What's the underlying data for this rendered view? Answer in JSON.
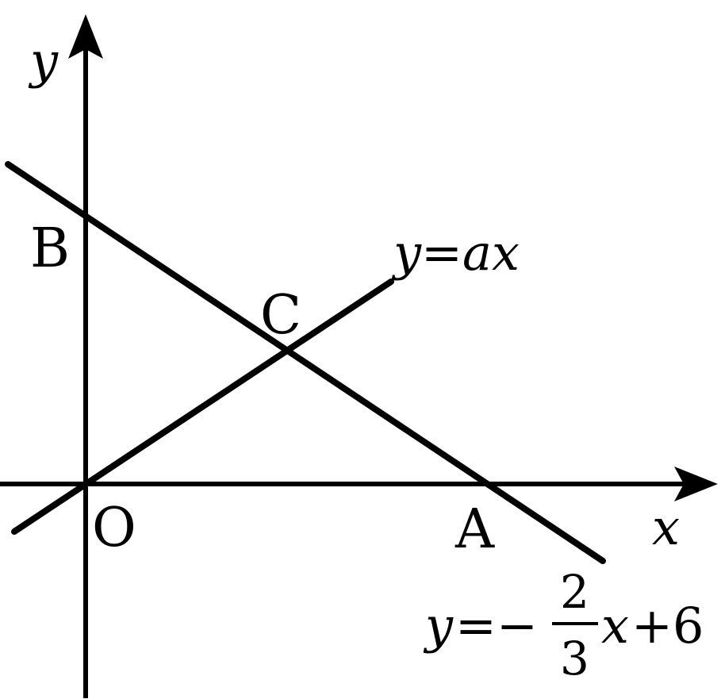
{
  "axes": {
    "x_label": "x",
    "y_label": "y"
  },
  "points": {
    "origin": "O",
    "a": "A",
    "b": "B",
    "c": "C"
  },
  "line1": {
    "label_y": "y",
    "label_eq": "=",
    "label_a": "a",
    "label_x": "x"
  },
  "line2": {
    "label_y": "y",
    "label_eq": "=−",
    "frac_num": "2",
    "frac_den": "3",
    "label_x": "x",
    "label_tail": "+6"
  },
  "colors": {
    "ink": "#000000",
    "background": "#ffffff"
  }
}
